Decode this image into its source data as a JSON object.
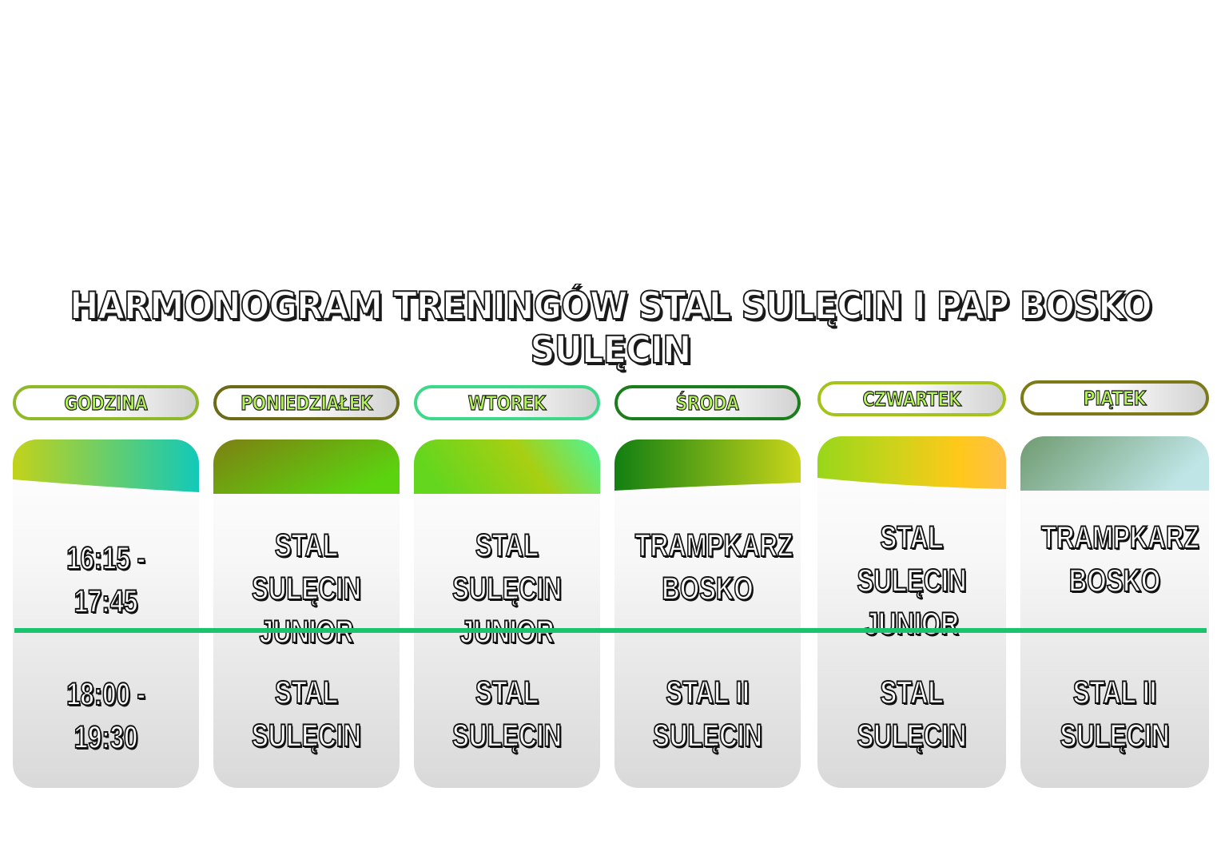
{
  "title": "HARMONOGRAM TRENINGÓW STAL SULĘCIN I PAP BOSKO SULĘCIN",
  "columns": [
    {
      "header": "GODZINA",
      "slot1": "16:15 - 17:45",
      "slot2": "18:00 - 19:30",
      "border_color": "#8fb82a",
      "grad": [
        "#c3d21a",
        "#12c9b9"
      ]
    },
    {
      "header": "PONIEDZIAŁEK",
      "slot1": "STAL SULĘCIN\nJUNIOR",
      "slot2": "STAL SULĘCIN",
      "border_color": "#6b6b1a",
      "grad": [
        "#7e7f12",
        "#5bd40f"
      ]
    },
    {
      "header": "WTOREK",
      "slot1": "STAL SULĘCIN\nJUNIOR",
      "slot2": "STAL SULĘCIN",
      "border_color": "#3ed88a",
      "grad": [
        "#64d61e",
        "#4cf59a"
      ]
    },
    {
      "header": "ŚRODA",
      "slot1": "TRAMPKARZ\nBOSKO",
      "slot2": "STAL II SULĘCIN",
      "border_color": "#1b7d1b",
      "grad": [
        "#117f12",
        "#c9d51a"
      ]
    },
    {
      "header": "CZWARTEK",
      "slot1": "STAL SULĘCIN\nJUNIOR",
      "slot2": "STAL SULĘCIN",
      "border_color": "#a4c41c",
      "grad": [
        "#98d61a",
        "#ffc04a"
      ]
    },
    {
      "header": "PIĄTEK",
      "slot1": "TRAMPKARZ\nBOSKO",
      "slot2": "STAL II SULĘCIN",
      "border_color": "#7d7a1a",
      "grad": [
        "#6f9b70",
        "#bfe5e6"
      ]
    }
  ]
}
